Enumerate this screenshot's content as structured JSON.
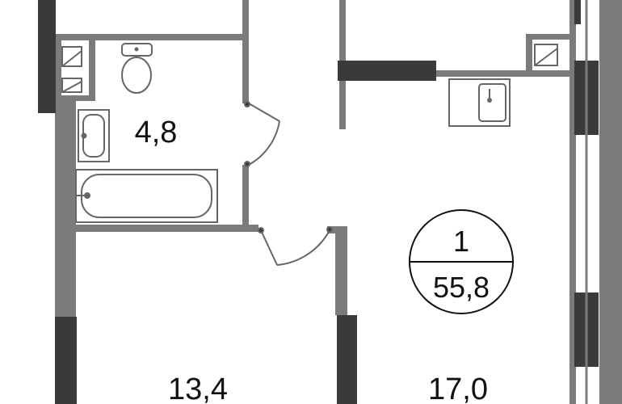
{
  "plan": {
    "colors": {
      "wall": "#7b7b7b",
      "wall_dark": "#3a3a3a",
      "fixture_stroke": "#666666",
      "text": "#111111",
      "background": "#ffffff"
    },
    "apartment": {
      "rooms_count": "1",
      "total_area": "55,8"
    },
    "rooms": [
      {
        "id": "bathroom",
        "area": "4,8"
      },
      {
        "id": "bedroom",
        "area": "13,4"
      },
      {
        "id": "living-kitchen",
        "area": "17,0"
      }
    ],
    "fixtures": [
      "toilet-icon",
      "washbasin-icon",
      "bathtub-icon",
      "kitchen-sink-icon",
      "ventilation-shaft-icon"
    ]
  }
}
